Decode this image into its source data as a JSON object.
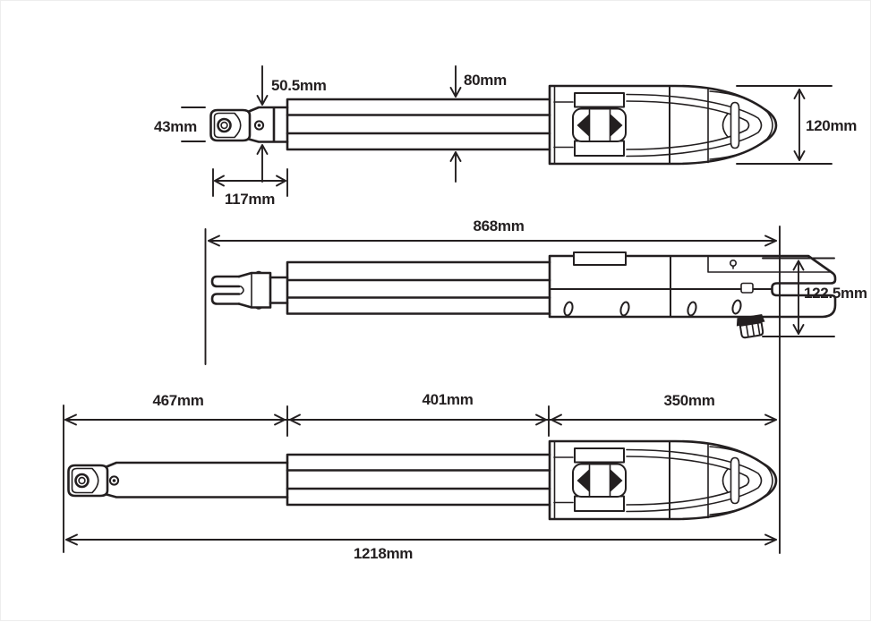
{
  "drawing": {
    "description": "Linear actuator (swing gate opener arm) dimensional drawing with three orthographic views",
    "ink_color": "#231f20",
    "background_color": "#ffffff",
    "views": {
      "top": {
        "name": "Retracted actuator - plan view",
        "dims": {
          "rod_width": "50.5mm",
          "tube_width": "80mm",
          "clevis_width": "43mm",
          "front_length": "117mm",
          "head_width": "120mm"
        }
      },
      "middle": {
        "name": "Retracted actuator - side view",
        "dims": {
          "retracted_length": "868mm",
          "body_height": "122.5mm"
        }
      },
      "bottom": {
        "name": "Extended actuator - plan view",
        "dims": {
          "rod_extension": "467mm",
          "tube_section": "401mm",
          "motor_section": "350mm",
          "extended_length": "1218mm"
        }
      }
    }
  }
}
